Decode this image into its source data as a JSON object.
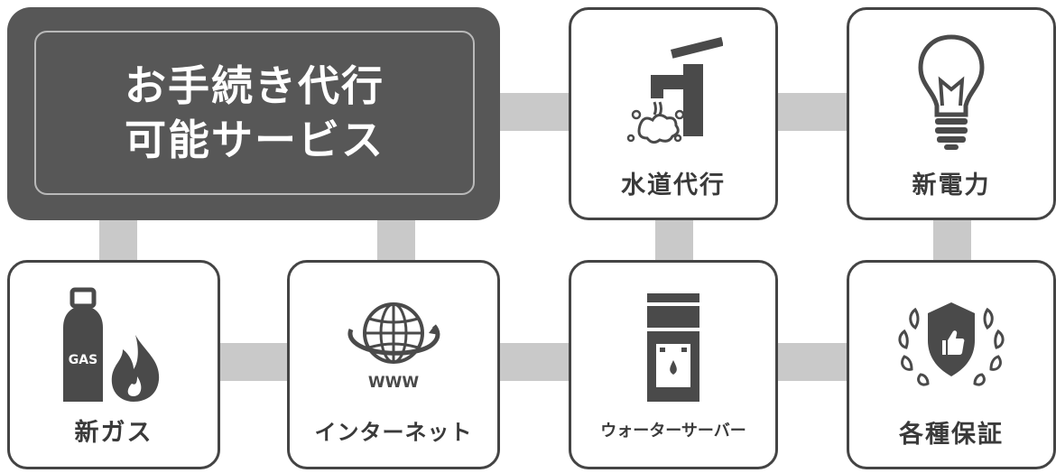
{
  "title": {
    "line1": "お手続き代行",
    "line2": "可能サービス"
  },
  "services": [
    {
      "label": "水道代行",
      "icon": "faucet-icon"
    },
    {
      "label": "新電力",
      "icon": "lightbulb-icon"
    },
    {
      "label": "新ガス",
      "icon": "gas-cylinder-icon",
      "icon_text": "GAS"
    },
    {
      "label": "インターネット",
      "icon": "globe-icon",
      "icon_text": "WWW"
    },
    {
      "label": "ウォーターサーバー",
      "icon": "water-server-icon"
    },
    {
      "label": "各種保証",
      "icon": "shield-thumbs-up-icon"
    }
  ],
  "colors": {
    "title_bg": "#575757",
    "border": "#444444",
    "connector": "#c9c9c9",
    "icon": "#4a4a4a"
  }
}
